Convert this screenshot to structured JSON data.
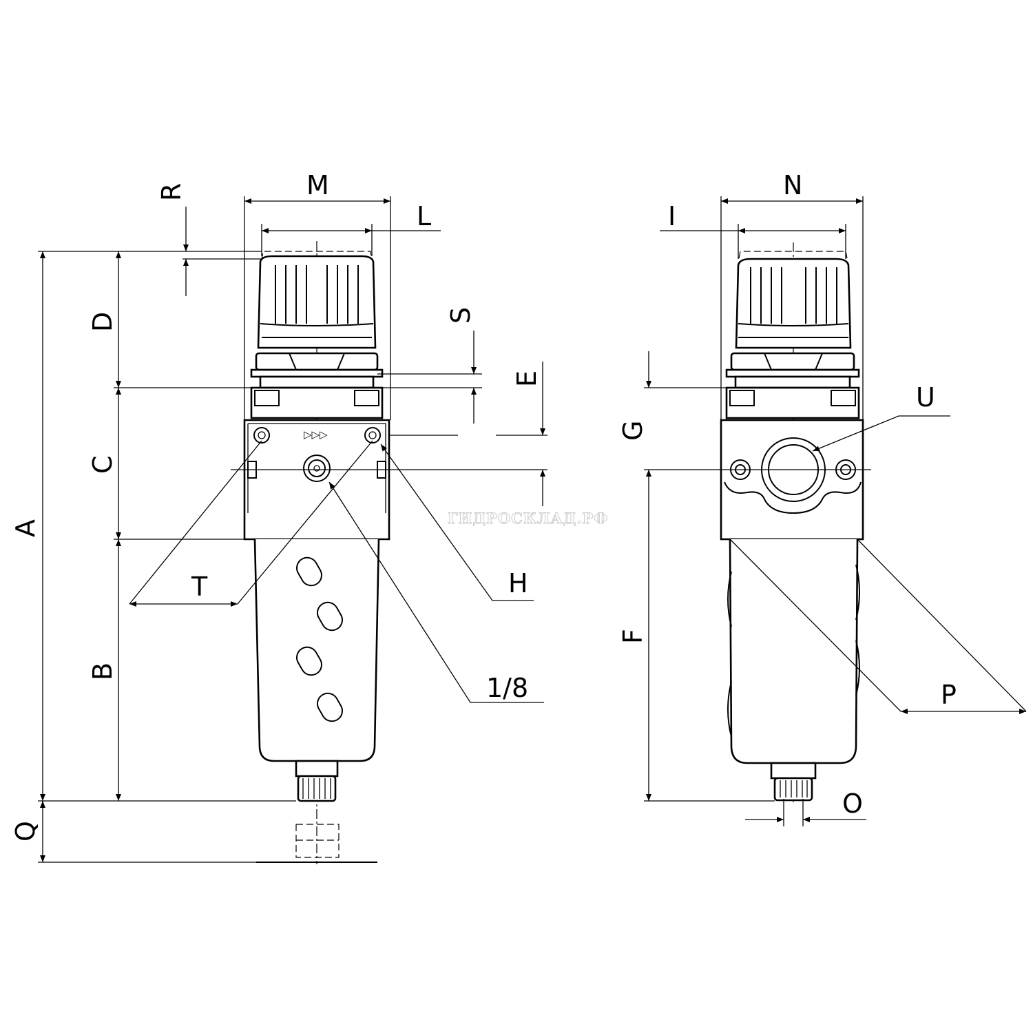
{
  "labels": {
    "R": "R",
    "M": "M",
    "L": "L",
    "D": "D",
    "S": "S",
    "E": "E",
    "C": "C",
    "A": "A",
    "T": "T",
    "H": "H",
    "B": "B",
    "port": "1/8",
    "Q": "Q",
    "N": "N",
    "I": "I",
    "U": "U",
    "G": "G",
    "F": "F",
    "P": "P",
    "O": "O"
  },
  "flow_symbol": "▷▷▷",
  "watermark": "ГИДРОСКЛАД.РФ"
}
